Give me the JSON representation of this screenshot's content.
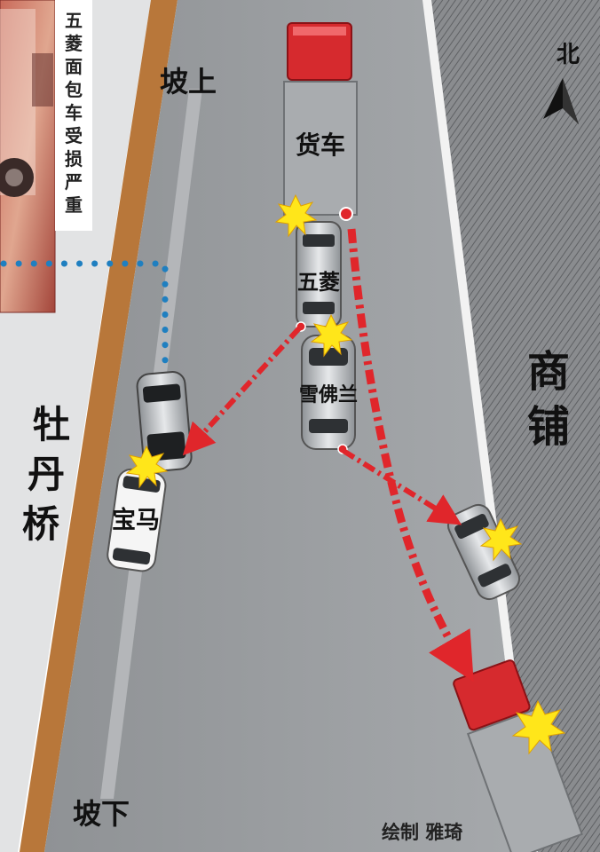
{
  "labels": {
    "slope_up": "坡上",
    "slope_down": "坡下",
    "bridge": [
      "牡",
      "丹",
      "桥"
    ],
    "shops": [
      "商",
      "铺"
    ],
    "north": "北",
    "credit": "绘制  雅琦",
    "photo_caption": [
      "五",
      "菱",
      "面",
      "包",
      "车",
      "受",
      "损",
      "严",
      "重"
    ]
  },
  "vehicles": {
    "truck_top": "货车",
    "wuling": "五菱",
    "chevrolet": "雪佛兰",
    "bmw": "宝马"
  },
  "colors": {
    "road": "#9b9ea1",
    "shop_area": "#7d7f82",
    "sidewalk": "#d8d9da",
    "curb": "#b8773a",
    "truck_cab": "#d62a2e",
    "arrow": "#e0262b",
    "path_dotted": "#1f7fc0",
    "impact": "#ffe61a"
  },
  "icons": {
    "north_arrow": "north-arrow-icon",
    "impact": "impact-burst-icon"
  }
}
